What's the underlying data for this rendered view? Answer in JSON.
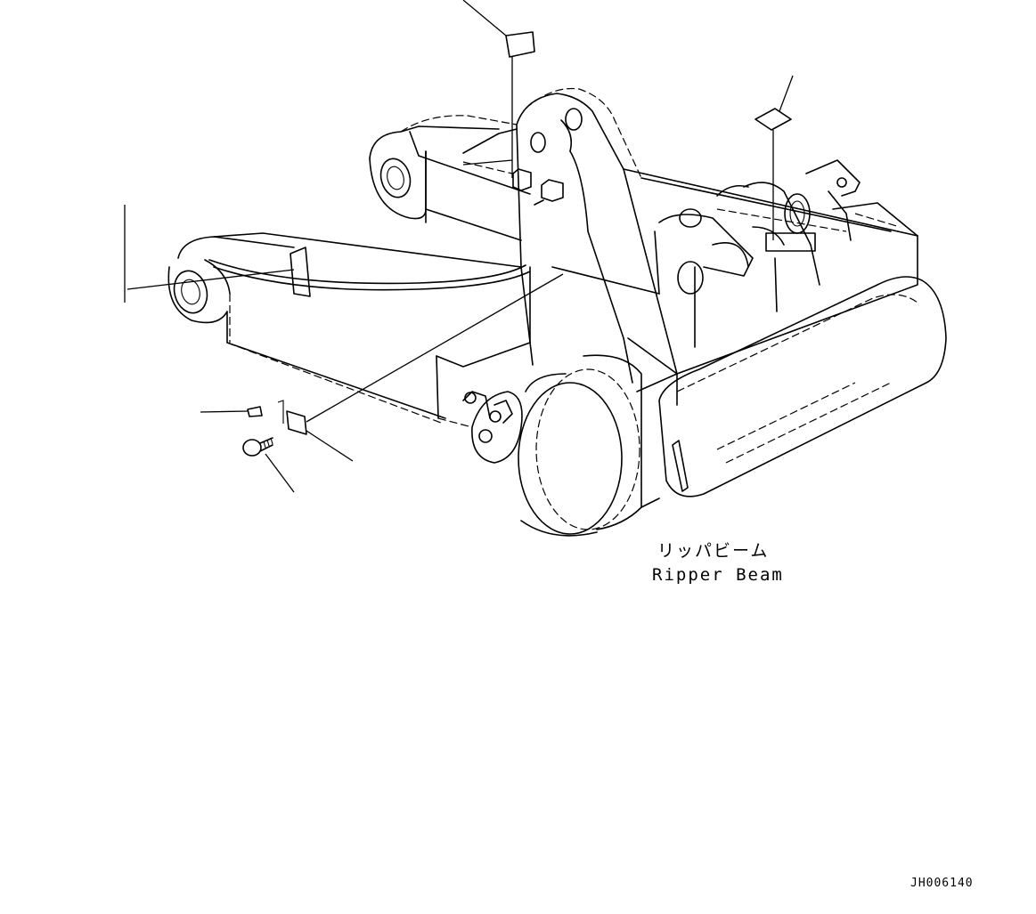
{
  "caption": {
    "japanese": "リッパビーム",
    "english": "Ripper Beam"
  },
  "drawing_code": "JH006140"
}
